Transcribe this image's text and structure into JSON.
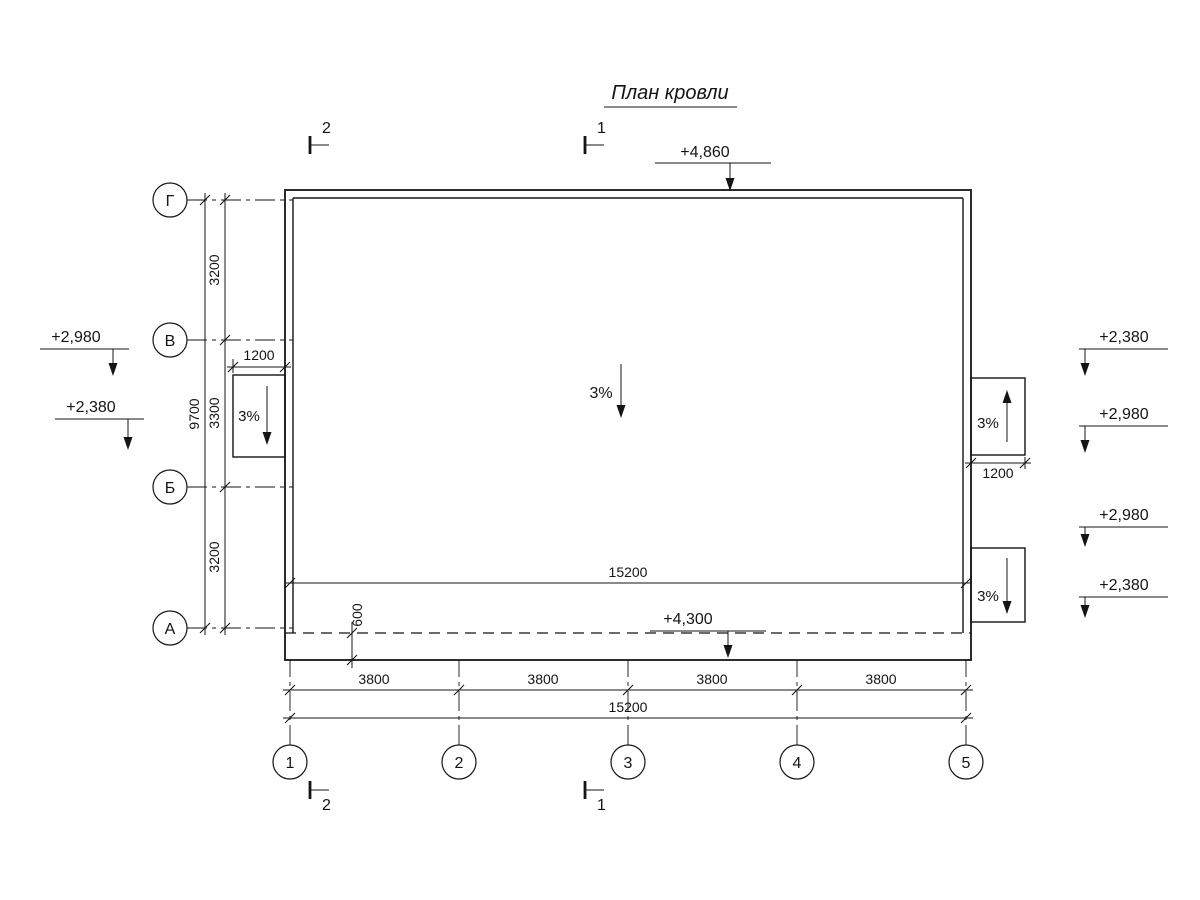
{
  "title": "План кровли",
  "axes": {
    "vertical": [
      "1",
      "2",
      "3",
      "4",
      "5"
    ],
    "horizontal": [
      "Г",
      "В",
      "Б",
      "А"
    ]
  },
  "sections": {
    "top_left": "2",
    "top_center": "1",
    "bottom_left": "2",
    "bottom_center": "1"
  },
  "elevations": {
    "roof_top": "+4,860",
    "eaves": "+4,300",
    "left": [
      "+2,980",
      "+2,380"
    ],
    "right": [
      "+2,380",
      "+2,980",
      "+2,980",
      "+2,380"
    ]
  },
  "slopes": {
    "main": "3%",
    "left_canopy": "3%",
    "right_top_canopy": "3%",
    "right_bottom_canopy": "3%"
  },
  "dimensions": {
    "bottom_segments": [
      "3800",
      "3800",
      "3800",
      "3800"
    ],
    "bottom_total": "15200",
    "left_segments": [
      "3200",
      "3300",
      "3200"
    ],
    "left_total": "9700",
    "roof_width": "15200",
    "left_canopy_width": "1200",
    "right_canopy_width": "1200",
    "overhang": "600"
  }
}
